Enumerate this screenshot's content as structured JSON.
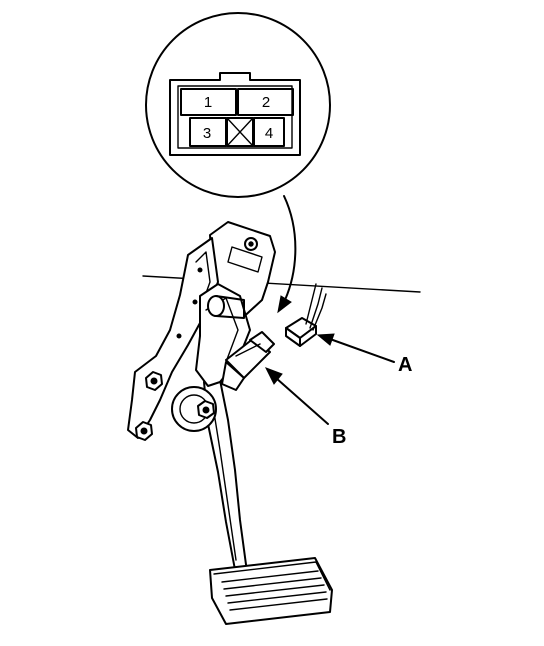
{
  "connector": {
    "pins": [
      "1",
      "2",
      "3",
      "4"
    ]
  },
  "callouts": {
    "a": "A",
    "b": "B"
  },
  "colors": {
    "ink": "#000000",
    "background": "#ffffff"
  }
}
